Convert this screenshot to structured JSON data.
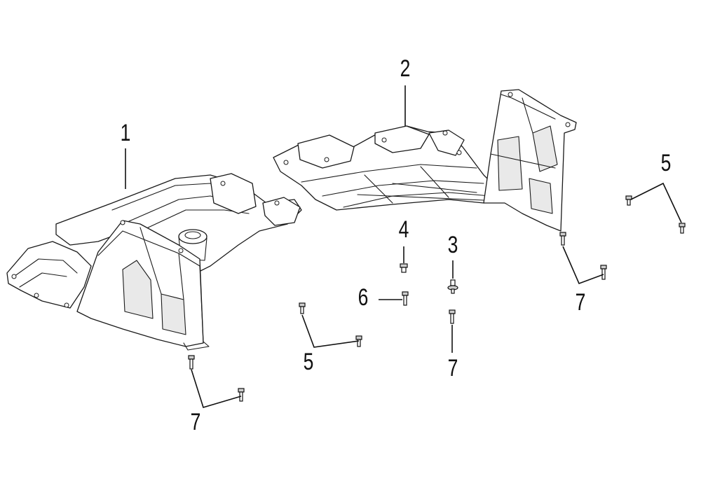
{
  "diagram": {
    "callouts": [
      {
        "id": "1",
        "label": "1"
      },
      {
        "id": "2",
        "label": "2"
      },
      {
        "id": "3",
        "label": "3"
      },
      {
        "id": "4",
        "label": "4"
      },
      {
        "id": "5a",
        "label": "5"
      },
      {
        "id": "5b",
        "label": "5"
      },
      {
        "id": "6",
        "label": "6"
      },
      {
        "id": "7a",
        "label": "7"
      },
      {
        "id": "7b",
        "label": "7"
      },
      {
        "id": "7c",
        "label": "7"
      }
    ],
    "colors": {
      "line": "#1a1a1a",
      "background": "#ffffff",
      "fastener_head": "#cfcfcf"
    }
  }
}
